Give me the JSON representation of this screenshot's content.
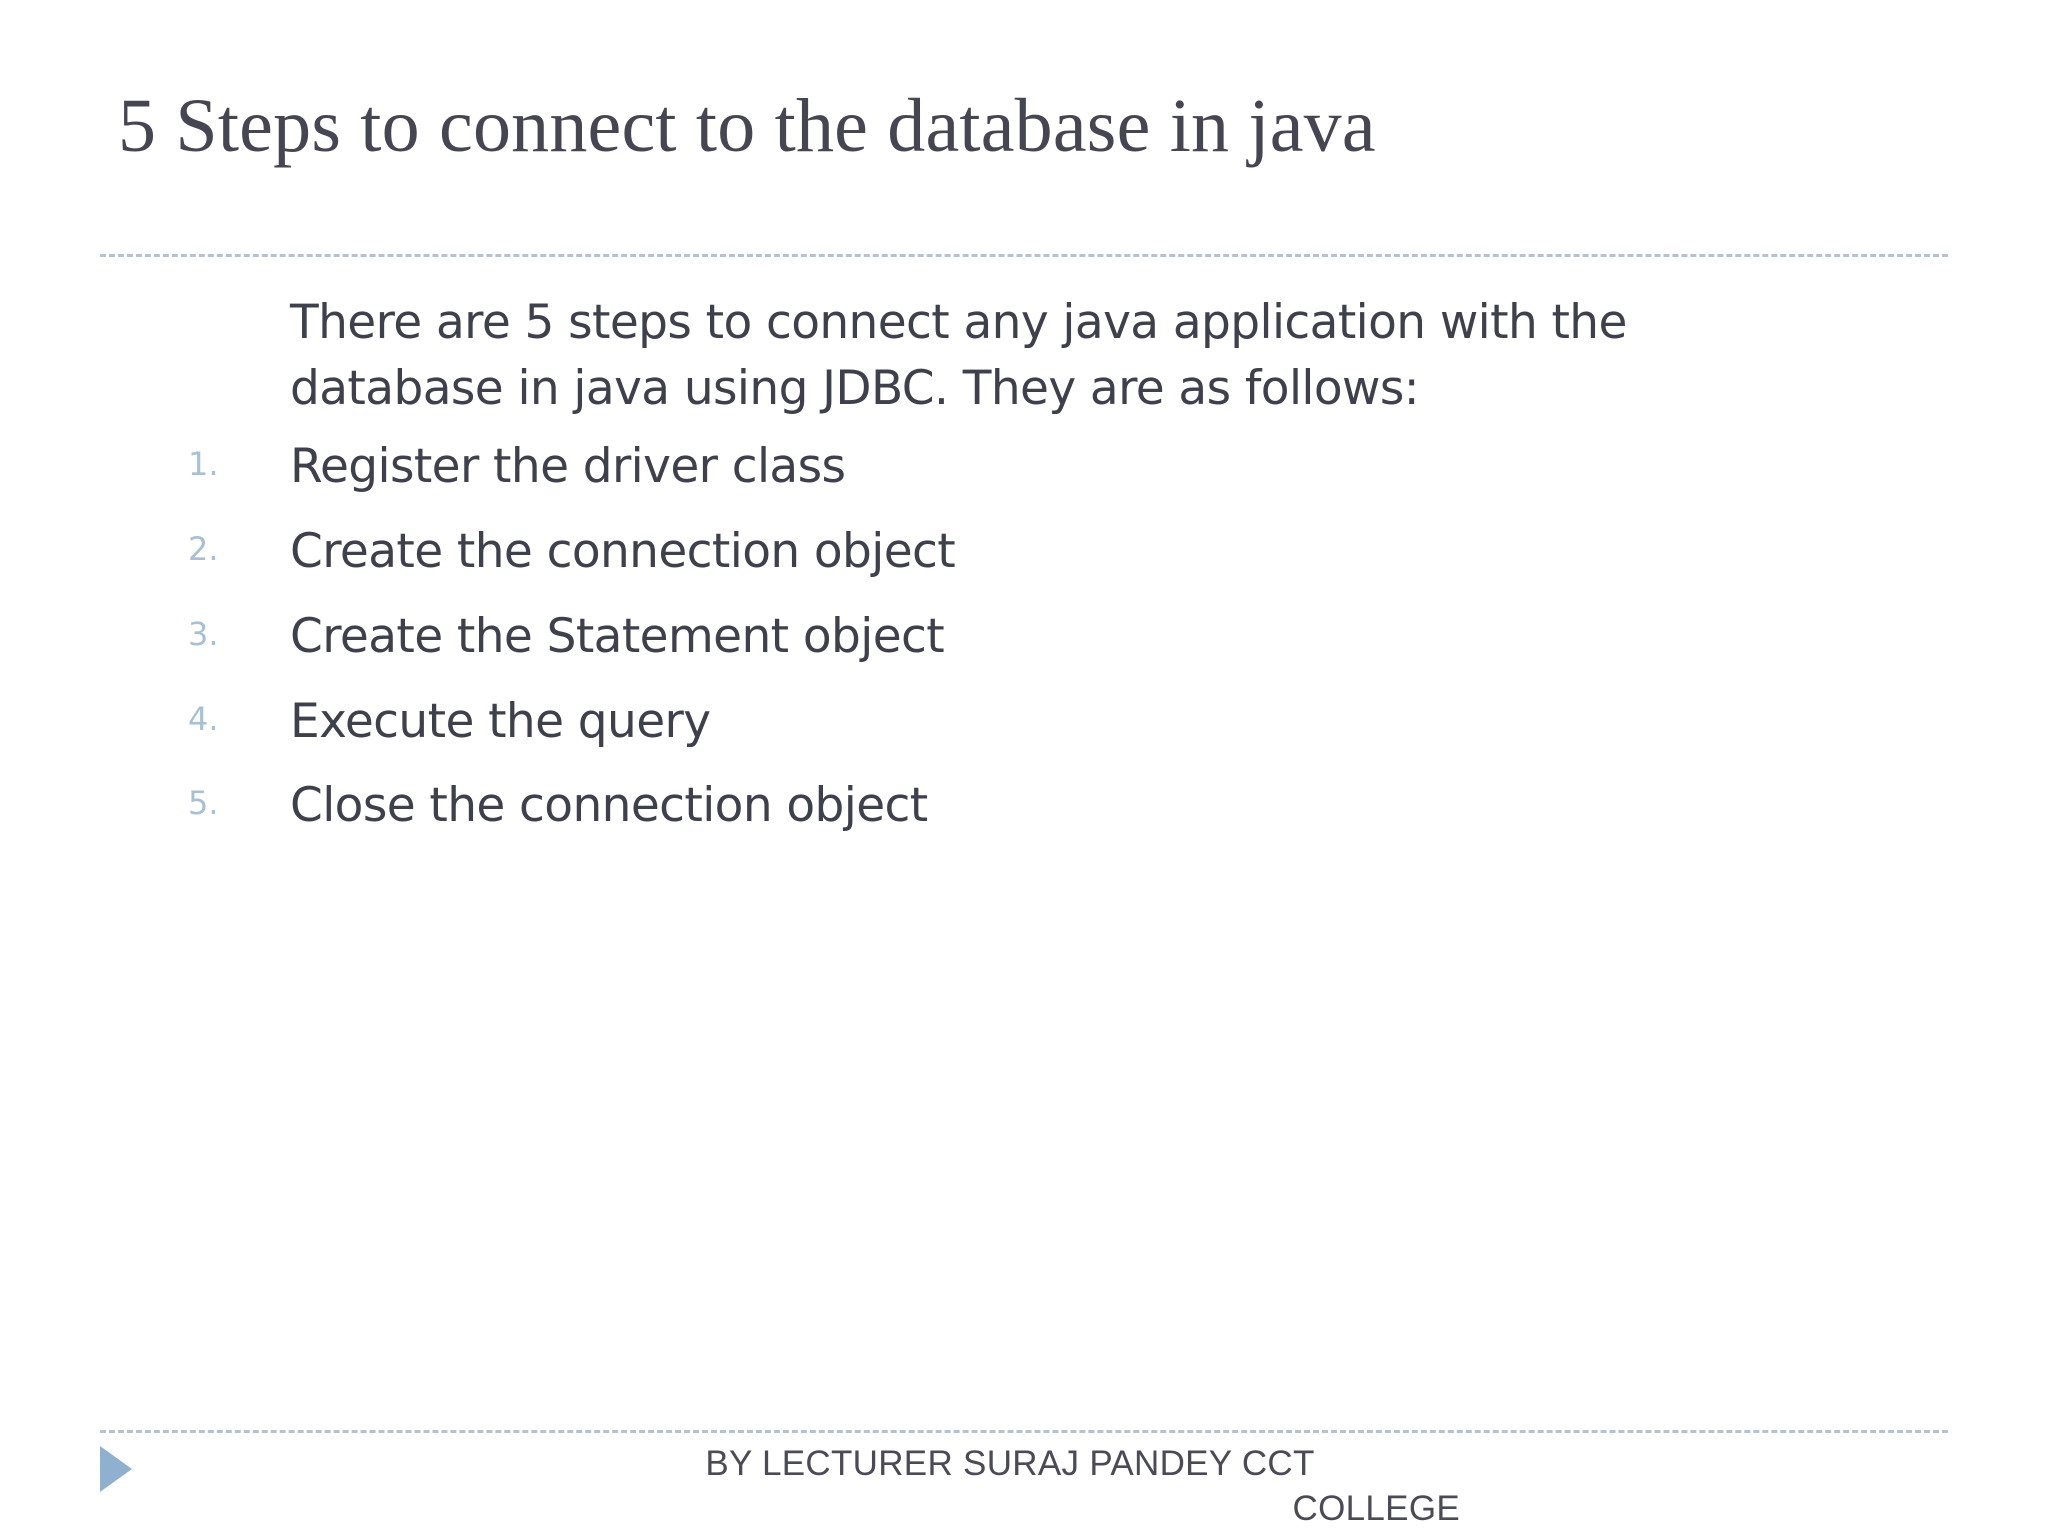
{
  "slide": {
    "title": "5 Steps to connect to the database in java",
    "intro": "There are 5 steps to connect any java application with the database in java using JDBC. They are as follows:",
    "steps": [
      {
        "number": "1.",
        "label": "Register the driver class"
      },
      {
        "number": "2.",
        "label": "Create the connection object"
      },
      {
        "number": "3.",
        "label": "Create the Statement object"
      },
      {
        "number": "4.",
        "label": "Execute the query"
      },
      {
        "number": "5.",
        "label": "Close the connection object"
      }
    ]
  },
  "footer": {
    "line1": "BY LECTURER SURAJ PANDEY CCT",
    "line2": "COLLEGE",
    "marker_icon": "play-triangle-icon"
  },
  "colors": {
    "title_text": "#454652",
    "body_text": "#3e404b",
    "number_accent": "#a6c0d6",
    "divider": "#b6c2d2",
    "marker": "#8fb0ce",
    "background": "#ffffff"
  }
}
